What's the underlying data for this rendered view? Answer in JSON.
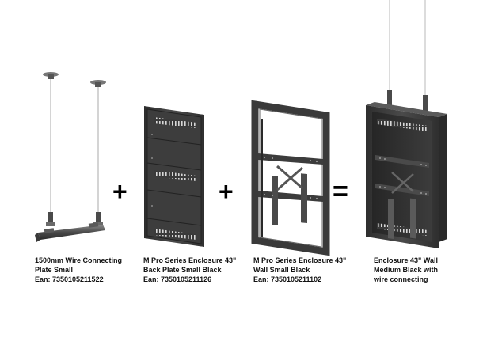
{
  "products": [
    {
      "lines": [
        "1500mm Wire Connecting",
        "Plate Small",
        "Ean: 7350105211522"
      ],
      "icon": "wire-connecting-plate-image"
    },
    {
      "lines": [
        "M Pro Series Enclosure 43\"",
        "Back Plate Small Black",
        "Ean: 7350105211126"
      ],
      "icon": "enclosure-back-plate-image"
    },
    {
      "lines": [
        "M Pro Series Enclosure 43\"",
        "Wall Small Black",
        "Ean: 7350105211102"
      ],
      "icon": "enclosure-wall-frame-image"
    },
    {
      "lines": [
        "Enclosure 43\" Wall",
        "Medium Black with",
        "wire connecting"
      ],
      "icon": "complete-enclosure-image"
    }
  ],
  "operators": [
    "+",
    "+",
    "="
  ],
  "colors": {
    "metal_dark": "#3a3a3a",
    "metal_mid": "#555555",
    "wire": "#cfcfcf",
    "text": "#111111"
  }
}
